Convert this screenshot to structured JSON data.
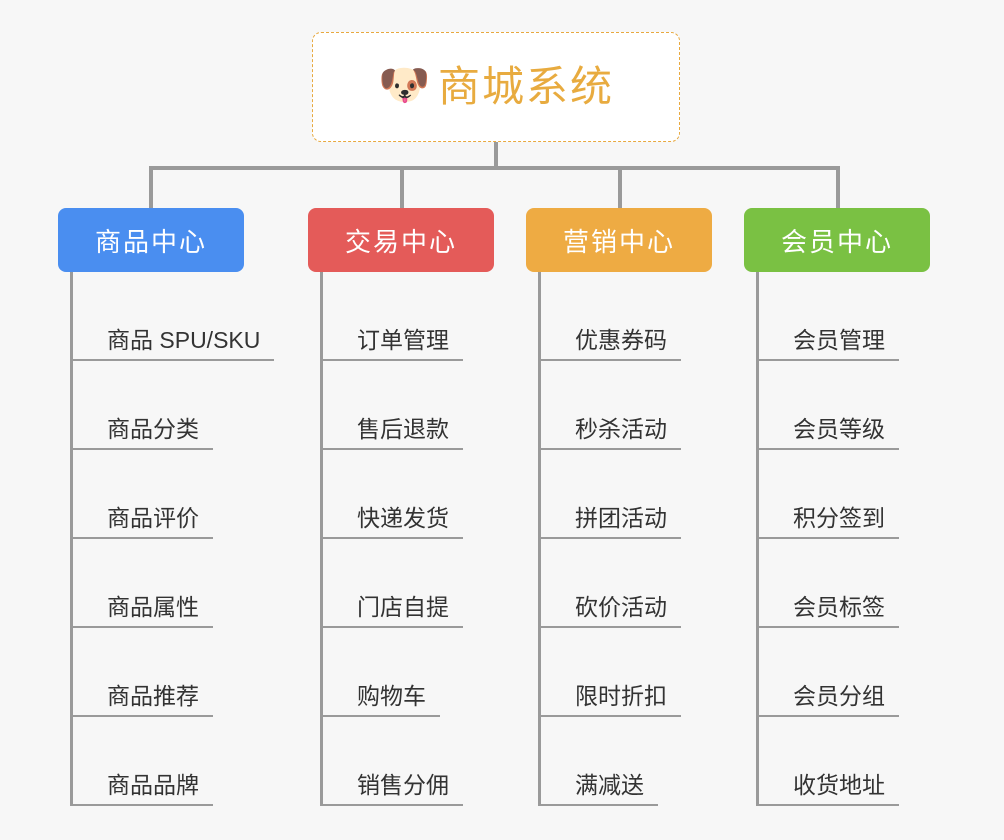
{
  "page": {
    "background_color": "#f7f7f7",
    "connector_color": "#9a9a9a"
  },
  "root": {
    "icon": "shiba-dog-face-emoji",
    "emoji": "🐶",
    "title": "商城系统",
    "title_color": "#e8ab3f",
    "border_color": "#e8a93f",
    "background_color": "#ffffff"
  },
  "columns": [
    {
      "id": "product-center",
      "title": "商品中心",
      "color": "#4a8ef0",
      "leaves": [
        "商品 SPU/SKU",
        "商品分类",
        "商品评价",
        "商品属性",
        "商品推荐",
        "商品品牌"
      ]
    },
    {
      "id": "trade-center",
      "title": "交易中心",
      "color": "#e45b59",
      "leaves": [
        "订单管理",
        "售后退款",
        "快递发货",
        "门店自提",
        "购物车",
        "销售分佣"
      ]
    },
    {
      "id": "marketing-center",
      "title": "营销中心",
      "color": "#eeab43",
      "leaves": [
        "优惠券码",
        "秒杀活动",
        "拼团活动",
        "砍价活动",
        "限时折扣",
        "满减送"
      ]
    },
    {
      "id": "member-center",
      "title": "会员中心",
      "color": "#7ac143",
      "leaves": [
        "会员管理",
        "会员等级",
        "积分签到",
        "会员标签",
        "会员分组",
        "收货地址"
      ]
    }
  ]
}
